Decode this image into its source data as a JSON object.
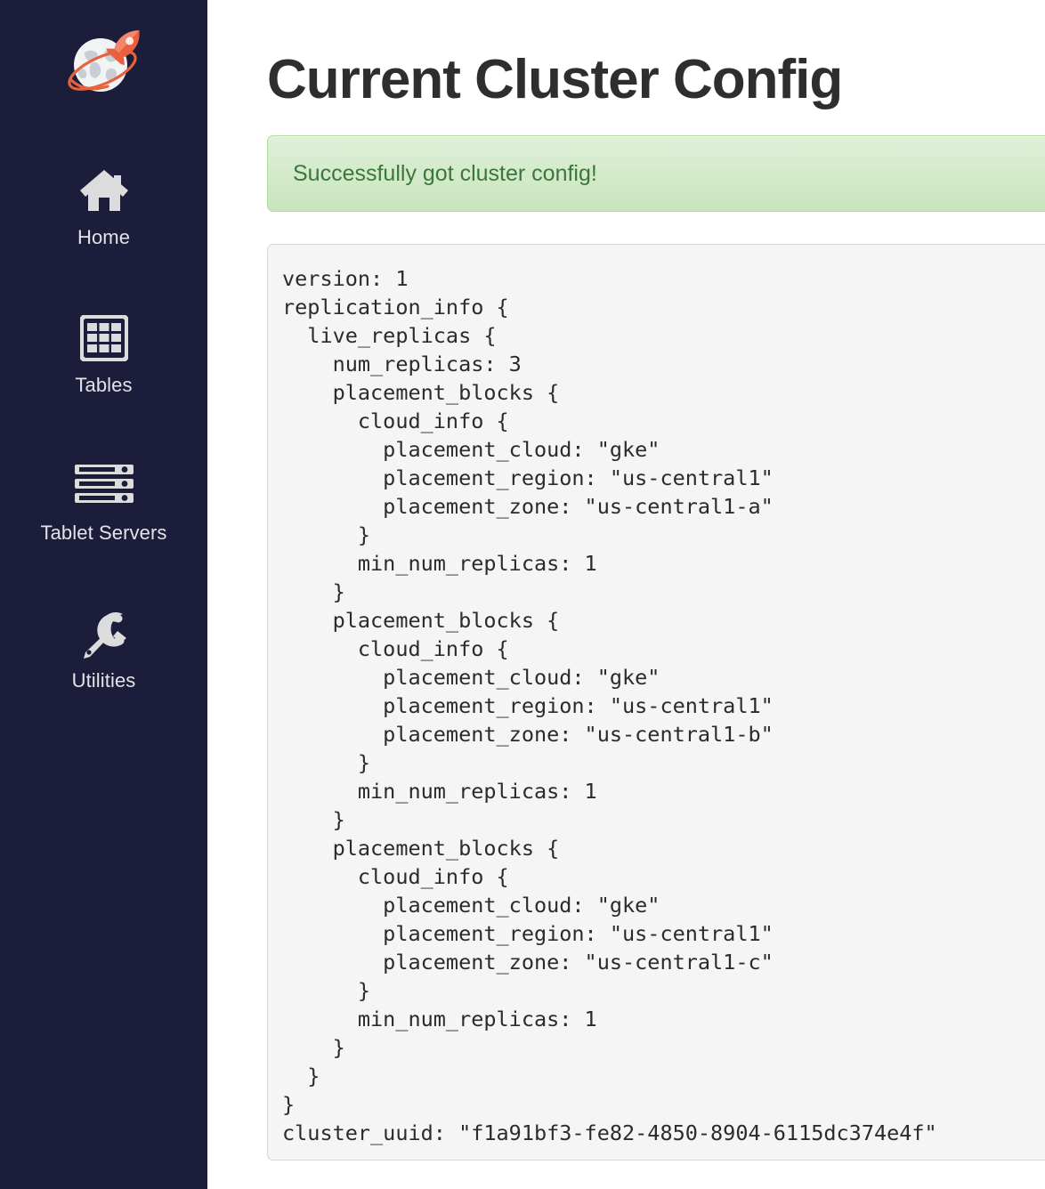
{
  "sidebar": {
    "brand": {
      "logo_icon": "globe-rocket-logo"
    },
    "items": [
      {
        "label": "Home",
        "icon": "home-icon"
      },
      {
        "label": "Tables",
        "icon": "grid-table-icon"
      },
      {
        "label": "Tablet Servers",
        "icon": "server-rack-icon"
      },
      {
        "label": "Utilities",
        "icon": "wrench-icon"
      }
    ]
  },
  "main": {
    "title": "Current Cluster Config",
    "alert": {
      "message": "Successfully got cluster config!",
      "type": "success",
      "text_color": "#3c763d",
      "bg_color": "#dff0d8",
      "border_color": "#b2dba1"
    },
    "config_code": "version: 1\nreplication_info {\n  live_replicas {\n    num_replicas: 3\n    placement_blocks {\n      cloud_info {\n        placement_cloud: \"gke\"\n        placement_region: \"us-central1\"\n        placement_zone: \"us-central1-a\"\n      }\n      min_num_replicas: 1\n    }\n    placement_blocks {\n      cloud_info {\n        placement_cloud: \"gke\"\n        placement_region: \"us-central1\"\n        placement_zone: \"us-central1-b\"\n      }\n      min_num_replicas: 1\n    }\n    placement_blocks {\n      cloud_info {\n        placement_cloud: \"gke\"\n        placement_region: \"us-central1\"\n        placement_zone: \"us-central1-c\"\n      }\n      min_num_replicas: 1\n    }\n  }\n}\ncluster_uuid: \"f1a91bf3-fe82-4850-8904-6115dc374e4f\"",
    "config_values": {
      "version": 1,
      "num_replicas": 3,
      "placement_cloud": "gke",
      "placement_region": "us-central1",
      "placement_zones": [
        "us-central1-a",
        "us-central1-b",
        "us-central1-c"
      ],
      "min_num_replicas": 1,
      "cluster_uuid": "f1a91bf3-fe82-4850-8904-6115dc374e4f"
    }
  },
  "theme": {
    "sidebar_bg": "#1b1d3a",
    "accent_orange": "#e8613c",
    "code_bg": "#f5f5f5",
    "title_color": "#2e2e2e"
  }
}
